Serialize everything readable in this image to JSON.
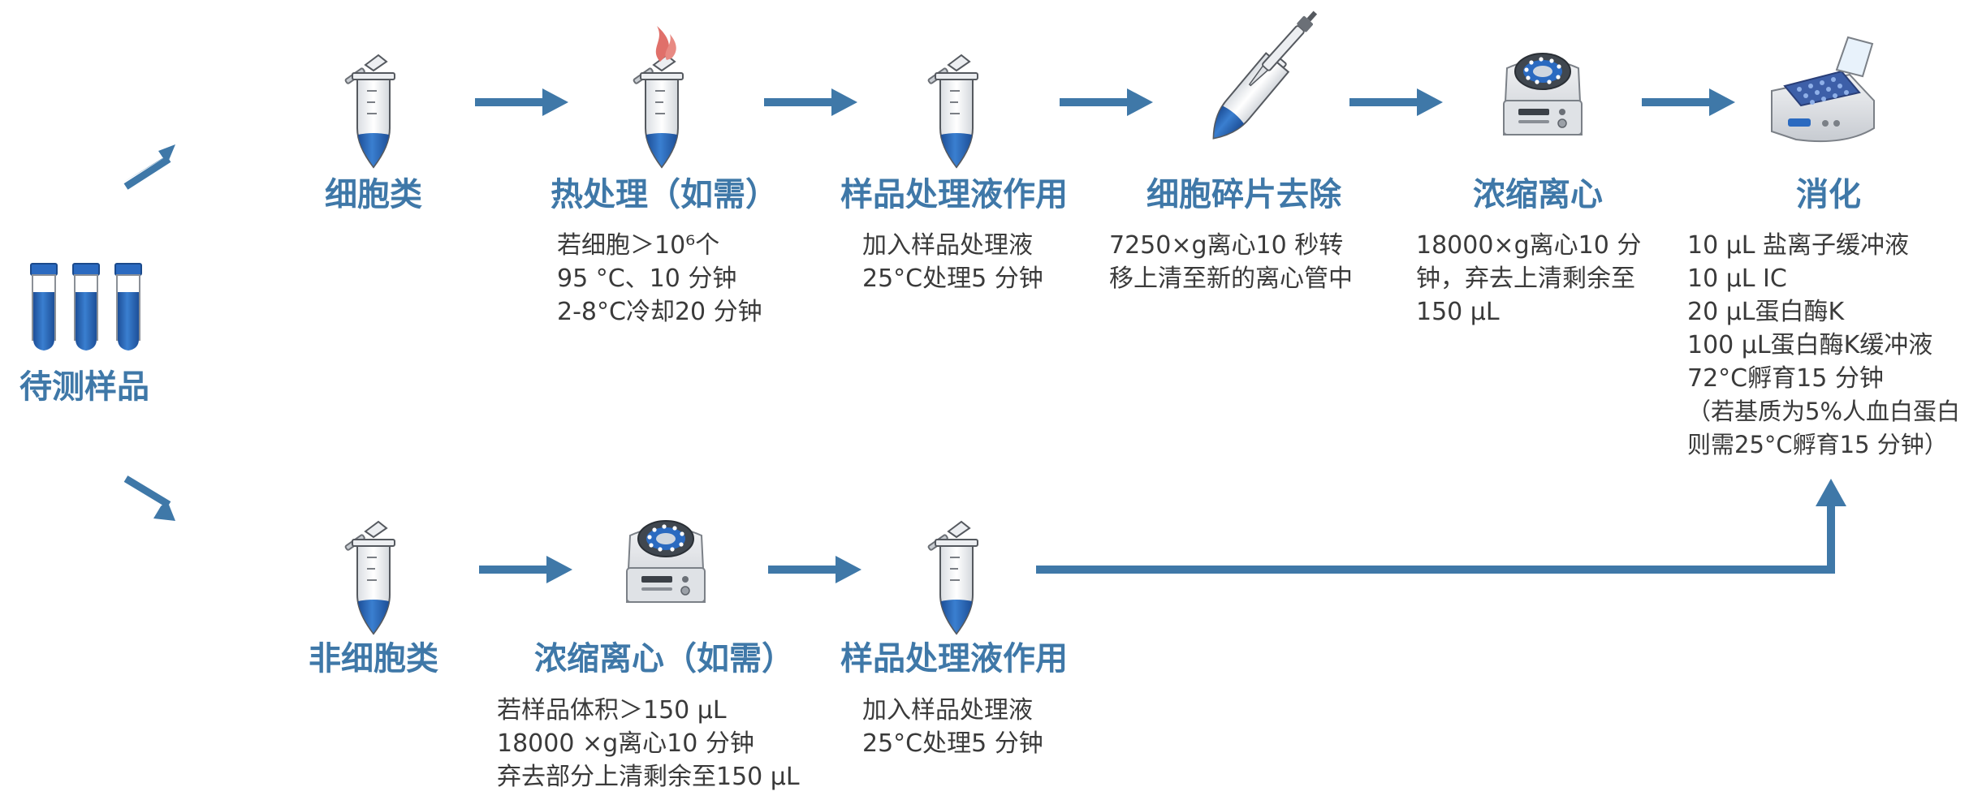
{
  "source": {
    "title": "待测样品"
  },
  "top_row": [
    {
      "title": "细胞类",
      "desc": []
    },
    {
      "title": "热处理（如需）",
      "desc": [
        "若细胞＞10⁶个",
        "95 °C、10 分钟",
        "2-8°C冷却20 分钟"
      ]
    },
    {
      "title": "样品处理液作用",
      "desc": [
        "加入样品处理液",
        "25°C处理5 分钟"
      ]
    },
    {
      "title": "细胞碎片去除",
      "desc": [
        "7250×g离心10 秒转",
        "移上清至新的离心管中"
      ]
    },
    {
      "title": "浓缩离心",
      "desc": [
        "18000×g离心10 分",
        "钟，弃去上清剩余至",
        "150 μL"
      ]
    },
    {
      "title": "消化",
      "desc": [
        "10 μL 盐离子缓冲液",
        "10 μL IC",
        "20 μL蛋白酶K",
        "100 μL蛋白酶K缓冲液",
        "72°C孵育15 分钟",
        "（若基质为5%人血白蛋白",
        "则需25°C孵育15 分钟）"
      ]
    }
  ],
  "bottom_row": [
    {
      "title": "非细胞类",
      "desc": []
    },
    {
      "title": "浓缩离心（如需）",
      "desc": [
        "若样品体积＞150 μL",
        "18000 ×g离心10 分钟",
        "弃去部分上清剩余至150 μL"
      ]
    },
    {
      "title": "样品处理液作用",
      "desc": [
        "加入样品处理液",
        "25°C处理5 分钟"
      ]
    }
  ],
  "colors": {
    "accent": "#3f78a8",
    "text": "#3a3a3a",
    "liquid": "#2660b0",
    "flame": "#e0706a"
  },
  "icons": [
    "sample-tubes-icon",
    "microtube-icon",
    "heated-microtube-icon",
    "pipette-tube-icon",
    "centrifuge-icon",
    "heating-block-icon"
  ]
}
